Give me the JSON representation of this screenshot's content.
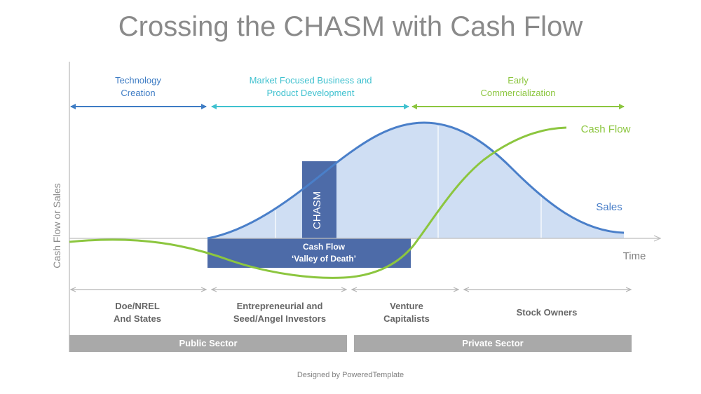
{
  "title": "Crossing the CHASM with Cash Flow",
  "footer": "Designed by PoweredTemplate",
  "colors": {
    "sales": "#4a7fc9",
    "sales_fill": "#cfdef3",
    "cash_flow": "#8cc63f",
    "chasm": "#4d6ba8",
    "axis": "#bdbdbd",
    "phase_tech": "#3e7cc4",
    "phase_market": "#3fc1cf",
    "phase_early": "#8cc63f",
    "sector_bar": "#a9a9a9"
  },
  "phases": [
    {
      "label_lines": [
        "Technology",
        "Creation"
      ]
    },
    {
      "label_lines": [
        "Market Focused Business and",
        "Product Development"
      ]
    },
    {
      "label_lines": [
        "Early",
        "Commercialization"
      ]
    }
  ],
  "axis": {
    "y_label": "Cash Flow or Sales",
    "x_label": "Time"
  },
  "curves": {
    "cash_flow_label": "Cash Flow",
    "sales_label": "Sales"
  },
  "chasm": {
    "label": "CHASM",
    "valley_lines": [
      "Cash Flow",
      "‘Valley of Death’"
    ]
  },
  "funding": [
    {
      "lines": [
        "Doe/NREL",
        "And States"
      ]
    },
    {
      "lines": [
        "Entrepreneurial and",
        "Seed/Angel Investors"
      ]
    },
    {
      "lines": [
        "Venture",
        "Capitalists"
      ]
    },
    {
      "lines": [
        "Stock Owners"
      ]
    }
  ],
  "sectors": [
    {
      "label": "Public Sector"
    },
    {
      "label": "Private Sector"
    }
  ]
}
